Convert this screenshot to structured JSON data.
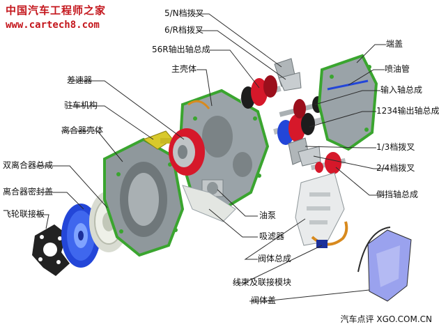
{
  "brand": {
    "name": "中国汽车工程师之家",
    "url": "www.cartech8.com"
  },
  "footer": "汽车点评 XGO.COM.CN",
  "labels": {
    "shift_fork_5n": "5/N档拨叉",
    "shift_fork_6r": "6/R档拨叉",
    "output_shaft_56r": "56R轴出轴总成",
    "main_housing": "主壳体",
    "differential": "差速器",
    "parking_mechanism": "驻车机构",
    "clutch_housing": "离合器壳体",
    "dual_clutch": "双离合器总成",
    "clutch_seal_cover": "离合器密封盖",
    "flywheel_plate": "飞轮联接板",
    "end_cover": "端盖",
    "oil_jet_pipe": "喷油管",
    "input_shaft": "输入轴总成",
    "output_shaft_1234": "1234输出轴总成",
    "shift_fork_13": "1/3档拨叉",
    "shift_fork_24": "2/4档拨叉",
    "reverse_shaft": "倒挡轴总成",
    "oil_pump": "油泵",
    "oil_filter": "吸滤器",
    "valve_body": "阀体总成",
    "harness_module": "线束及联接模块",
    "valve_cover": "阀体盖"
  },
  "colors": {
    "housing_green": "#3aa52f",
    "housing_gray": "#9aa3a8",
    "gear_red": "#d6182a",
    "disk_blue": "#2346d8",
    "cover_lavender": "#9aa2ee",
    "leader_line": "#2b2b2b"
  }
}
